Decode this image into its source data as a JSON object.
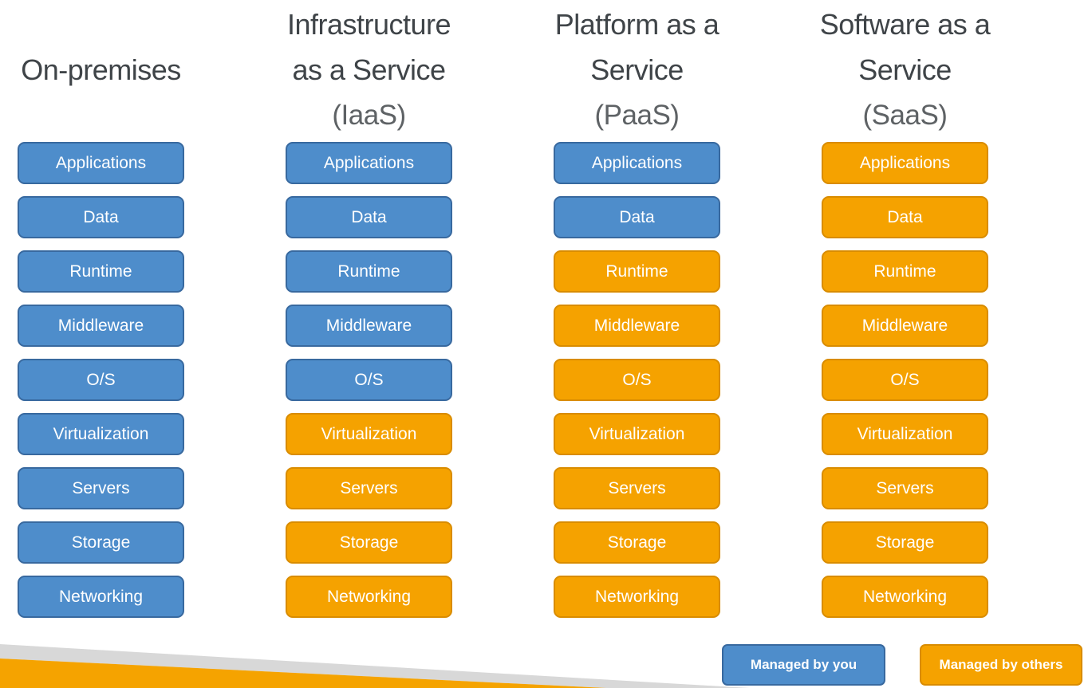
{
  "colors": {
    "managed_by_you_fill": "#4e8dcb",
    "managed_by_you_border": "#38699f",
    "managed_by_others_fill": "#f5a200",
    "managed_by_others_border": "#d98c00",
    "box_text": "#ffffff",
    "header_text": "#3f4448",
    "subtitle_text": "#5e6265",
    "stripe_gray": "#d8d8d8",
    "stripe_orange": "#f5a300",
    "background": "#ffffff"
  },
  "columns": [
    {
      "header_line1": "",
      "header_line2": "On-premises",
      "header_sub": "",
      "layers": [
        {
          "label": "Applications",
          "managed": "you"
        },
        {
          "label": "Data",
          "managed": "you"
        },
        {
          "label": "Runtime",
          "managed": "you"
        },
        {
          "label": "Middleware",
          "managed": "you"
        },
        {
          "label": "O/S",
          "managed": "you"
        },
        {
          "label": "Virtualization",
          "managed": "you"
        },
        {
          "label": "Servers",
          "managed": "you"
        },
        {
          "label": "Storage",
          "managed": "you"
        },
        {
          "label": "Networking",
          "managed": "you"
        }
      ]
    },
    {
      "header_line1": "Infrastructure",
      "header_line2": "as a Service",
      "header_sub": "(IaaS)",
      "layers": [
        {
          "label": "Applications",
          "managed": "you"
        },
        {
          "label": "Data",
          "managed": "you"
        },
        {
          "label": "Runtime",
          "managed": "you"
        },
        {
          "label": "Middleware",
          "managed": "you"
        },
        {
          "label": "O/S",
          "managed": "you"
        },
        {
          "label": "Virtualization",
          "managed": "others"
        },
        {
          "label": "Servers",
          "managed": "others"
        },
        {
          "label": "Storage",
          "managed": "others"
        },
        {
          "label": "Networking",
          "managed": "others"
        }
      ]
    },
    {
      "header_line1": "Platform as a",
      "header_line2": "Service",
      "header_sub": "(PaaS)",
      "layers": [
        {
          "label": "Applications",
          "managed": "you"
        },
        {
          "label": "Data",
          "managed": "you"
        },
        {
          "label": "Runtime",
          "managed": "others"
        },
        {
          "label": "Middleware",
          "managed": "others"
        },
        {
          "label": "O/S",
          "managed": "others"
        },
        {
          "label": "Virtualization",
          "managed": "others"
        },
        {
          "label": "Servers",
          "managed": "others"
        },
        {
          "label": "Storage",
          "managed": "others"
        },
        {
          "label": "Networking",
          "managed": "others"
        }
      ]
    },
    {
      "header_line1": "Software as a",
      "header_line2": "Service",
      "header_sub": "(SaaS)",
      "layers": [
        {
          "label": "Applications",
          "managed": "others"
        },
        {
          "label": "Data",
          "managed": "others"
        },
        {
          "label": "Runtime",
          "managed": "others"
        },
        {
          "label": "Middleware",
          "managed": "others"
        },
        {
          "label": "O/S",
          "managed": "others"
        },
        {
          "label": "Virtualization",
          "managed": "others"
        },
        {
          "label": "Servers",
          "managed": "others"
        },
        {
          "label": "Storage",
          "managed": "others"
        },
        {
          "label": "Networking",
          "managed": "others"
        }
      ]
    }
  ],
  "legend": {
    "you": {
      "label": "Managed by you"
    },
    "others": {
      "label": "Managed by others"
    }
  }
}
